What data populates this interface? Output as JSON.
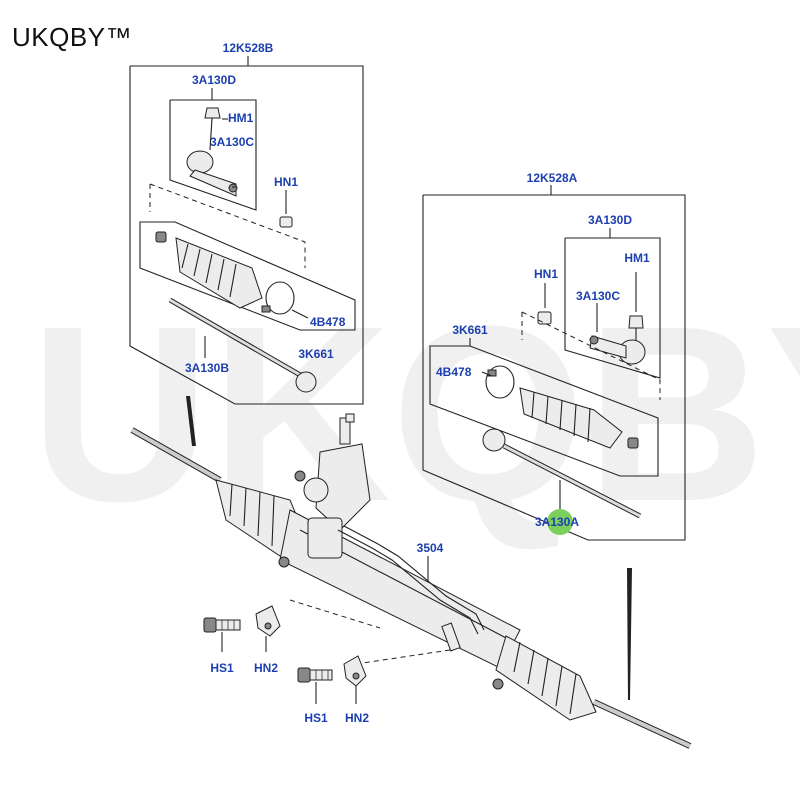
{
  "brand": "UKQBY™",
  "watermark": "UKQBY™",
  "labels": {
    "left_kit": "12K528B",
    "left_tie_rod_end": "3A130D",
    "left_hm1": "HM1",
    "left_3a130c": "3A130C",
    "left_hn1": "HN1",
    "left_4b478": "4B478",
    "left_3k661": "3K661",
    "left_3a130b": "3A130B",
    "right_kit": "12K528A",
    "right_tie_rod_end": "3A130D",
    "right_hm1": "HM1",
    "right_hn1": "HN1",
    "right_3a130c": "3A130C",
    "right_3k661": "3K661",
    "right_4b478": "4B478",
    "right_3a130a": "3A130A",
    "rack": "3504",
    "hs1_upper": "HS1",
    "hn2_upper": "HN2",
    "hs1_lower": "HS1",
    "hn2_lower": "HN2"
  },
  "colors": {
    "label_blue": "#1c3fb0",
    "highlight_dot": "#7ccf5a"
  }
}
